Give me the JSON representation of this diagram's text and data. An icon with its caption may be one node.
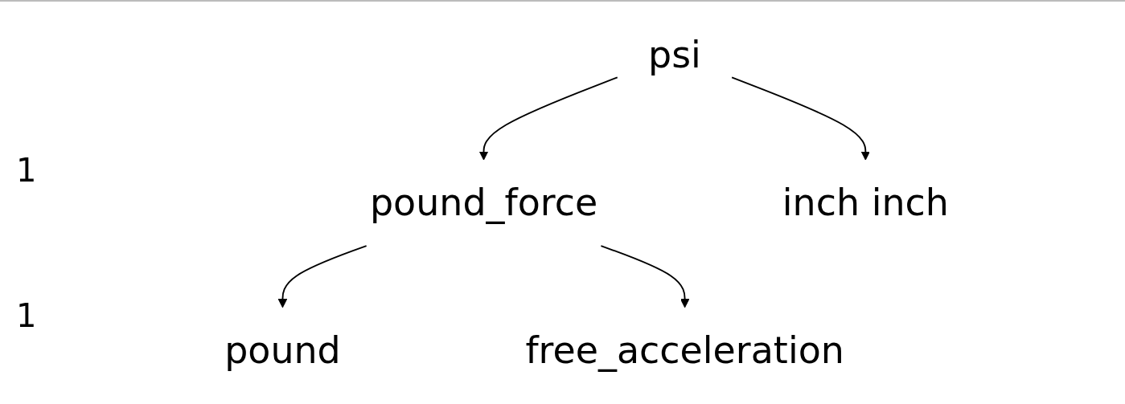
{
  "diagram": {
    "nodes": [
      {
        "text": [
          "psi"
        ]
      },
      {
        "text": [
          "pound_force"
        ]
      },
      {
        "text": [
          "inch inch"
        ]
      },
      {
        "text": [
          "pound"
        ]
      },
      {
        "text": [
          "free_acceleration"
        ]
      }
    ],
    "edges": [
      {
        "from": 0,
        "to": 1,
        "arrow": "to"
      },
      {
        "from": 0,
        "to": 2,
        "arrow": "to"
      },
      {
        "from": 1,
        "to": 3,
        "arrow": "to"
      },
      {
        "from": 1,
        "to": 4,
        "arrow": "to"
      }
    ],
    "labels": [
      "1",
      "1"
    ]
  }
}
